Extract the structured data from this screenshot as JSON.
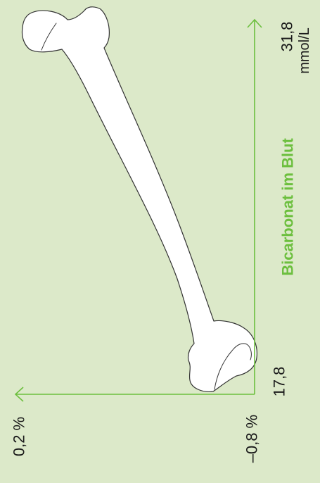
{
  "colors": {
    "background": "#dce9c9",
    "axis": "#6cbf3e",
    "bone_fill": "#ffffff",
    "bone_stroke": "#333333",
    "text": "#1a1a1a"
  },
  "chart_data": {
    "type": "line",
    "title": "",
    "xlabel": "Bicarbonat im Blut",
    "x_unit": "mmol/L",
    "xlim": [
      17.8,
      31.8
    ],
    "x_tick_labels": [
      "17,8",
      "31,8"
    ],
    "ylabel": "",
    "ylim": [
      -0.8,
      0.2
    ],
    "y_tick_labels": [
      "–0,8 %",
      "0,2 %"
    ],
    "grid": false,
    "series": [
      {
        "x": [
          17.8,
          31.8
        ],
        "y": [
          -0.8,
          0.2
        ]
      }
    ]
  },
  "illustration": {
    "icon": "femur-bone-icon"
  }
}
